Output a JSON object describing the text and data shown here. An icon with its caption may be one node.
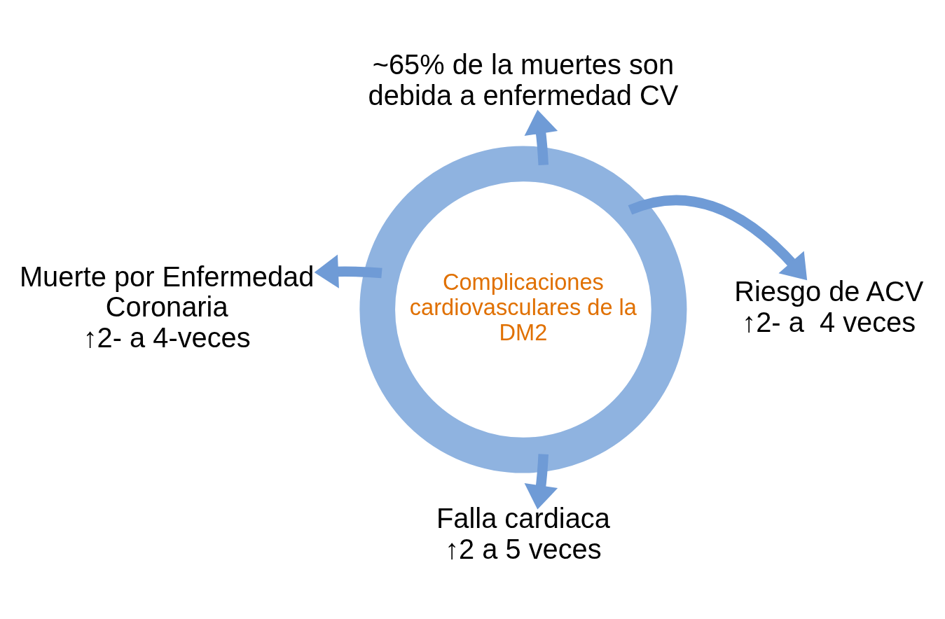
{
  "diagram": {
    "nodes": [
      {
        "text": [
          "Complicaciones cardiovasculares de la DM2"
        ]
      },
      {
        "text": [
          "~65% de la muertes son debida a enfermedad CV"
        ]
      },
      {
        "text": [
          "Riesgo de ACV",
          "↑2- a  4 veces"
        ]
      },
      {
        "text": [
          "Falla cardiaca",
          "↑2 a 5 veces"
        ]
      },
      {
        "text": [
          "Muerte por Enfermedad Coronaria",
          "↑2- a 4-veces"
        ]
      }
    ],
    "edges": [
      {
        "from": 0,
        "to": 1,
        "arrow": "to"
      },
      {
        "from": 0,
        "to": 2,
        "arrow": "to"
      },
      {
        "from": 0,
        "to": 3,
        "arrow": "to"
      },
      {
        "from": 0,
        "to": 4,
        "arrow": "to"
      }
    ]
  }
}
